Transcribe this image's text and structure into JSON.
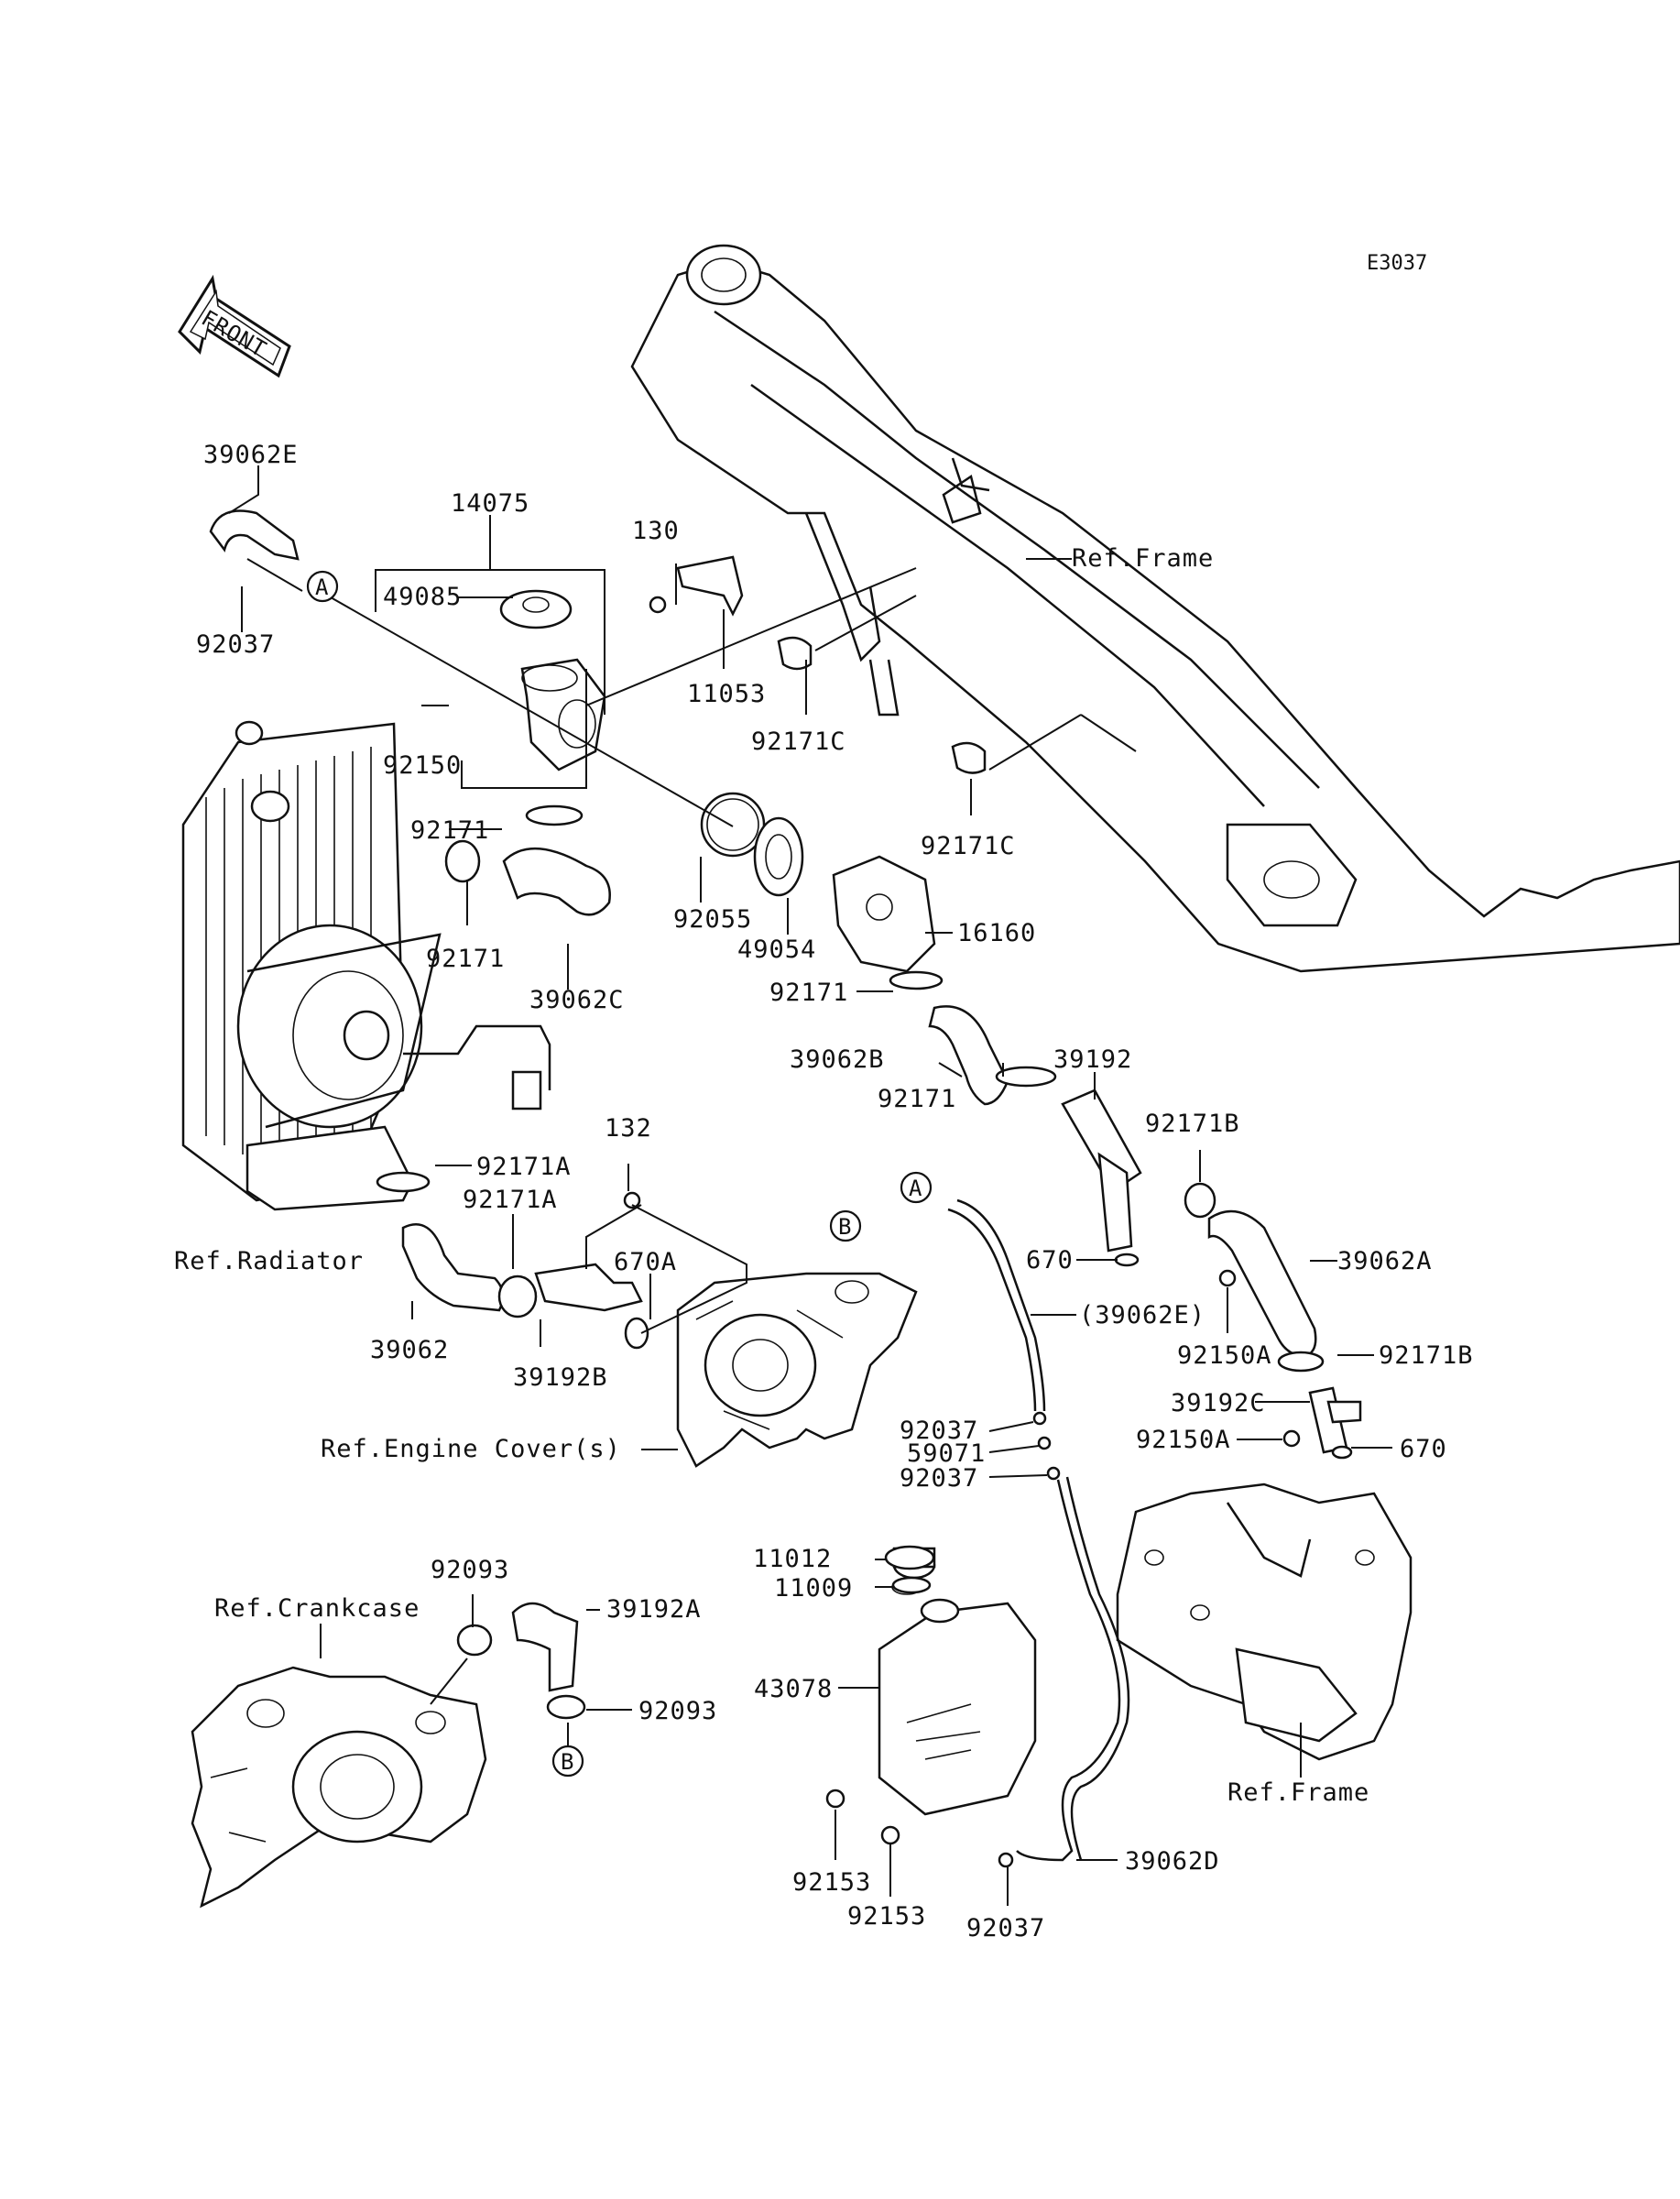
{
  "diagram_code": "E3037",
  "front_arrow_label": "FRONT",
  "callouts": {
    "a_top": "A",
    "a_mid": "A",
    "b_top": "B",
    "b_bottom": "B"
  },
  "parts": {
    "p39062E": "39062E",
    "p92037_top": "92037",
    "p14075": "14075",
    "p49085": "49085",
    "p130": "130",
    "p11053": "11053",
    "p92171C_a": "92171C",
    "p92171C_b": "92171C",
    "p92150": "92150",
    "p92171_a": "92171",
    "p92171_b": "92171",
    "p39062C": "39062C",
    "p92055": "92055",
    "p49054": "49054",
    "p16160": "16160",
    "p92171_c": "92171",
    "p39062B": "39062B",
    "p39192": "39192",
    "p92171_d": "92171",
    "p92171B_a": "92171B",
    "p92171A_a": "92171A",
    "p92171A_b": "92171A",
    "p132": "132",
    "p670A": "670A",
    "p670_a": "670",
    "p39062E_ref": "(39062E)",
    "p39062A": "39062A",
    "p39062": "39062",
    "p39192B": "39192B",
    "p92150A_a": "92150A",
    "p92171B_b": "92171B",
    "p39192C": "39192C",
    "p92150A_b": "92150A",
    "p670_b": "670",
    "p92037_mid1": "92037",
    "p59071": "59071",
    "p92037_mid2": "92037",
    "p11012": "11012",
    "p11009": "11009",
    "p43078": "43078",
    "p92093_a": "92093",
    "p39192A": "39192A",
    "p92093_b": "92093",
    "p92153_a": "92153",
    "p92153_b": "92153",
    "p92037_bot": "92037",
    "p39062D": "39062D"
  },
  "references": {
    "frame_top": "Ref.Frame",
    "radiator": "Ref.Radiator",
    "engine_cover": "Ref.Engine Cover(s)",
    "crankcase": "Ref.Crankcase",
    "frame_bottom": "Ref.Frame"
  }
}
